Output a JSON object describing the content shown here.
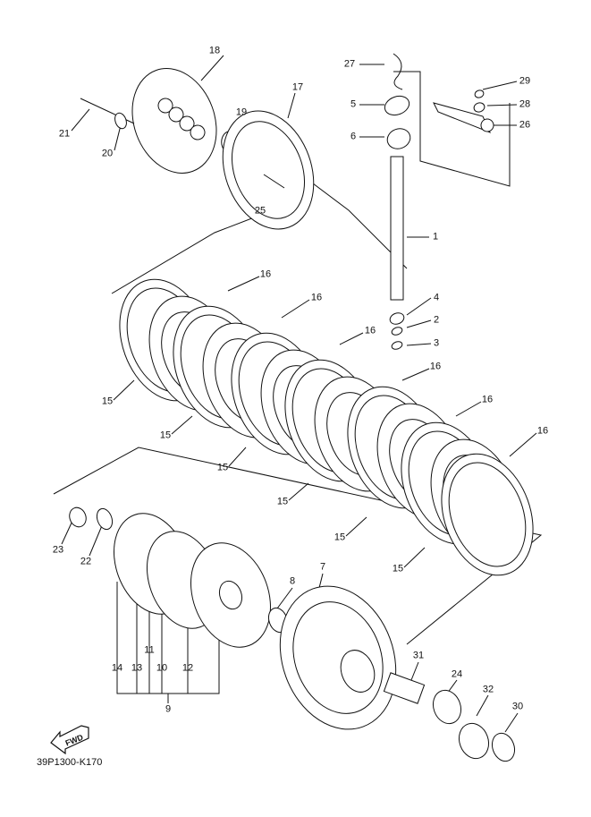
{
  "diagram_code": "39P1300-K170",
  "fwd_label": "FWD",
  "callouts": [
    {
      "id": "18",
      "text": "18"
    },
    {
      "id": "21",
      "text": "21"
    },
    {
      "id": "20",
      "text": "20"
    },
    {
      "id": "19",
      "text": "19"
    },
    {
      "id": "17",
      "text": "17"
    },
    {
      "id": "25",
      "text": "25"
    },
    {
      "id": "27",
      "text": "27"
    },
    {
      "id": "5",
      "text": "5"
    },
    {
      "id": "6",
      "text": "6"
    },
    {
      "id": "29",
      "text": "29"
    },
    {
      "id": "28",
      "text": "28"
    },
    {
      "id": "26",
      "text": "26"
    },
    {
      "id": "1",
      "text": "1"
    },
    {
      "id": "4",
      "text": "4"
    },
    {
      "id": "2",
      "text": "2"
    },
    {
      "id": "3",
      "text": "3"
    },
    {
      "id": "16a",
      "text": "16"
    },
    {
      "id": "16b",
      "text": "16"
    },
    {
      "id": "16c",
      "text": "16"
    },
    {
      "id": "16d",
      "text": "16"
    },
    {
      "id": "16e",
      "text": "16"
    },
    {
      "id": "16f",
      "text": "16"
    },
    {
      "id": "15a",
      "text": "15"
    },
    {
      "id": "15b",
      "text": "15"
    },
    {
      "id": "15c",
      "text": "15"
    },
    {
      "id": "15d",
      "text": "15"
    },
    {
      "id": "15e",
      "text": "15"
    },
    {
      "id": "15f",
      "text": "15"
    },
    {
      "id": "23",
      "text": "23"
    },
    {
      "id": "22",
      "text": "22"
    },
    {
      "id": "7",
      "text": "7"
    },
    {
      "id": "8",
      "text": "8"
    },
    {
      "id": "14",
      "text": "14"
    },
    {
      "id": "13",
      "text": "13"
    },
    {
      "id": "11",
      "text": "11"
    },
    {
      "id": "10",
      "text": "10"
    },
    {
      "id": "12",
      "text": "12"
    },
    {
      "id": "9",
      "text": "9"
    },
    {
      "id": "31",
      "text": "31"
    },
    {
      "id": "24",
      "text": "24"
    },
    {
      "id": "32",
      "text": "32"
    },
    {
      "id": "30",
      "text": "30"
    }
  ]
}
